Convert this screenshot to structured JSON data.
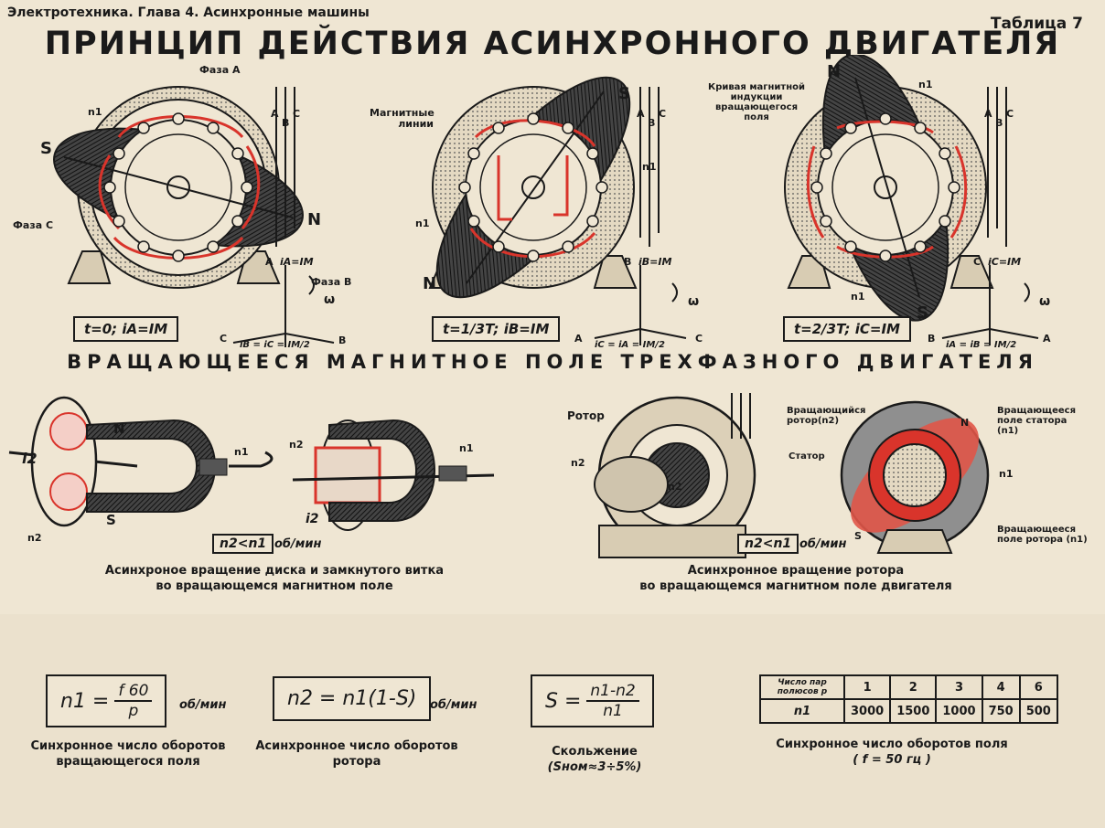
{
  "header": {
    "left": "Электротехника. Глава 4. Асинхронные машины",
    "right": "Таблица 7",
    "title": "ПРИНЦИП ДЕЙСТВИЯ АСИНХРОННОГО ДВИГАТЕЛЯ"
  },
  "motors": [
    {
      "formula": "t=0; iA=IM",
      "phase_label": "A",
      "current_label": "iA=IM",
      "phase_a": "Фаза A",
      "phase_b": "Фаза B",
      "phase_c": "Фаза C",
      "n1": "n1",
      "north": "N",
      "south": "S",
      "omega": "ω",
      "terminals": [
        "A",
        "B",
        "C"
      ],
      "vector_labels": [
        "A",
        "B",
        "C"
      ],
      "vector_bottom": "iB = iC = IM/2"
    },
    {
      "formula": "t=1/3T; iB=IM",
      "phase_label": "B",
      "current_label": "iB=IM",
      "lines_label": "Магнитные линии",
      "n1_top": "n1",
      "n1_bottom": "n1",
      "north": "N",
      "south": "S",
      "omega": "ω",
      "terminals": [
        "A",
        "B",
        "C"
      ],
      "vector_labels": [
        "A",
        "C"
      ],
      "vector_bottom": "iC = iA = IM/2"
    },
    {
      "formula": "t=2/3T; iC=IM",
      "phase_label": "C",
      "current_label": "iC=IM",
      "curve_label": "Кривая магнитной индукции вращающегося поля",
      "n1_top": "n1",
      "n1_bottom": "n1",
      "north": "N",
      "south": "S",
      "omega": "ω",
      "terminals": [
        "A",
        "B",
        "C"
      ],
      "vector_labels": [
        "B",
        "A"
      ],
      "vector_bottom": "iA = iB = IM/2"
    }
  ],
  "section_title": "ВРАЩАЮЩЕЕСЯ МАГНИТНОЕ ПОЛЕ ТРЕХФАЗНОГО ДВИГАТЕЛЯ",
  "demo_left": {
    "i2": "i2",
    "n1": "n1",
    "n2": "n2",
    "n2b": "n2",
    "n1b": "n1",
    "i2b": "i2",
    "N": "N",
    "S": "S",
    "formula": "n2<n1",
    "unit": "об/мин",
    "caption_1": "Асинхроное вращение диска и замкнутого витка",
    "caption_2": "во вращающемся магнитном поле"
  },
  "demo_right": {
    "rotor": "Ротор",
    "n2": "n2",
    "n2b": "n2",
    "rotating_rotor": "Вращающийся ротор(n2)",
    "stator_field": "Вращающееся поле статора (n1)",
    "stator": "Статор",
    "rotor_field": "Вращающееся поле ротора (n1)",
    "n1": "n1",
    "N": "N",
    "S": "S",
    "formula": "n2<n1",
    "unit": "об/мин",
    "caption_1": "Асинхронное вращение ротора",
    "caption_2": "во вращающемся магнитном поле двигателя"
  },
  "formulas": [
    {
      "lhs": "n1 =",
      "num": "f 60",
      "den": "p",
      "unit": "об/мин",
      "caption_1": "Синхронное число оборотов",
      "caption_2": "вращающегося поля"
    },
    {
      "expr": "n2 = n1(1-S)",
      "unit": "об/мин",
      "caption_1": "Асинхронное число оборотов",
      "caption_2": "ротора"
    },
    {
      "lhs": "S =",
      "num": "n1-n2",
      "den": "n1",
      "caption_1": "Скольжение",
      "caption_2": "(Sном≈3÷5%)"
    }
  ],
  "pole_table": {
    "header": "Число пар полюсов p",
    "row_label": "n1",
    "poles": [
      "1",
      "2",
      "3",
      "4",
      "6"
    ],
    "speeds": [
      "3000",
      "1500",
      "1000",
      "750",
      "500"
    ],
    "caption_1": "Синхронное число оборотов поля",
    "caption_2": "( f = 50 гц )"
  },
  "colors": {
    "red": "#d9342b",
    "ink": "#1a1a1a",
    "paper": "#efe6d3"
  }
}
